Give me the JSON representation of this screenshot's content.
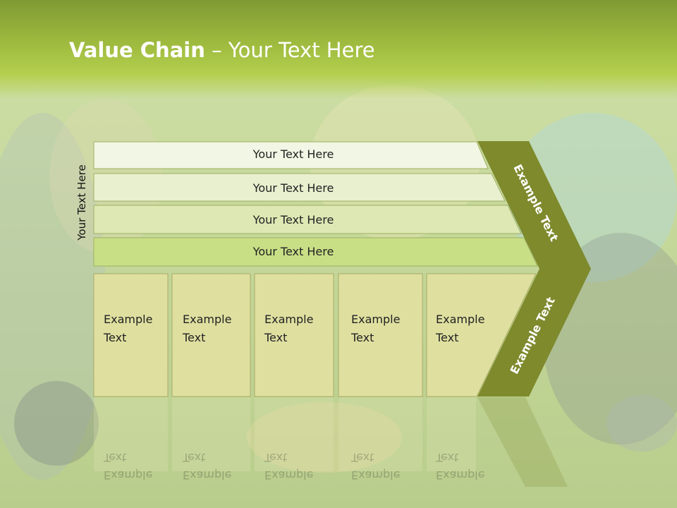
{
  "slide": {
    "title_bold": "Value Chain",
    "title_rest": " – Your Text Here",
    "side_label": "Your Text Here"
  },
  "bars": [
    {
      "label": "Your Text Here"
    },
    {
      "label": "Your Text Here"
    },
    {
      "label": "Your Text Here"
    },
    {
      "label": "Your Text Here"
    }
  ],
  "boxes": [
    {
      "line1": "Example",
      "line2": "Text"
    },
    {
      "line1": "Example",
      "line2": "Text"
    },
    {
      "line1": "Example",
      "line2": "Text"
    },
    {
      "line1": "Example",
      "line2": "Text"
    },
    {
      "line1": "Example",
      "line2": "Text"
    }
  ],
  "chevron": {
    "upper_label": "Example Text",
    "lower_label": "Example Text"
  },
  "colors": {
    "header_green": "#9cb83d",
    "chevron_olive": "#7e8a2c",
    "box_fill": "#dfe0a0",
    "bar_fills": [
      "#f2f6e4",
      "#e9f0cf",
      "#dde8b4",
      "#c9df86"
    ]
  }
}
